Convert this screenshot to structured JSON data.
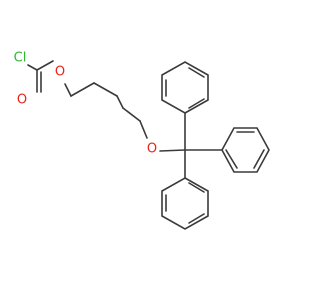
{
  "molecule": {
    "atoms": [
      {
        "id": "Cl",
        "label": "Cl",
        "color": "#2eb82e"
      },
      {
        "id": "Ocarb",
        "label": "O",
        "color": "#e8231a"
      },
      {
        "id": "Oester",
        "label": "O",
        "color": "#e8231a"
      },
      {
        "id": "Oether",
        "label": "O",
        "color": "#e8231a"
      }
    ],
    "colors": {
      "bond": "#3a3a3a",
      "chlorine": "#2eb82e",
      "oxygen": "#e8231a"
    }
  }
}
